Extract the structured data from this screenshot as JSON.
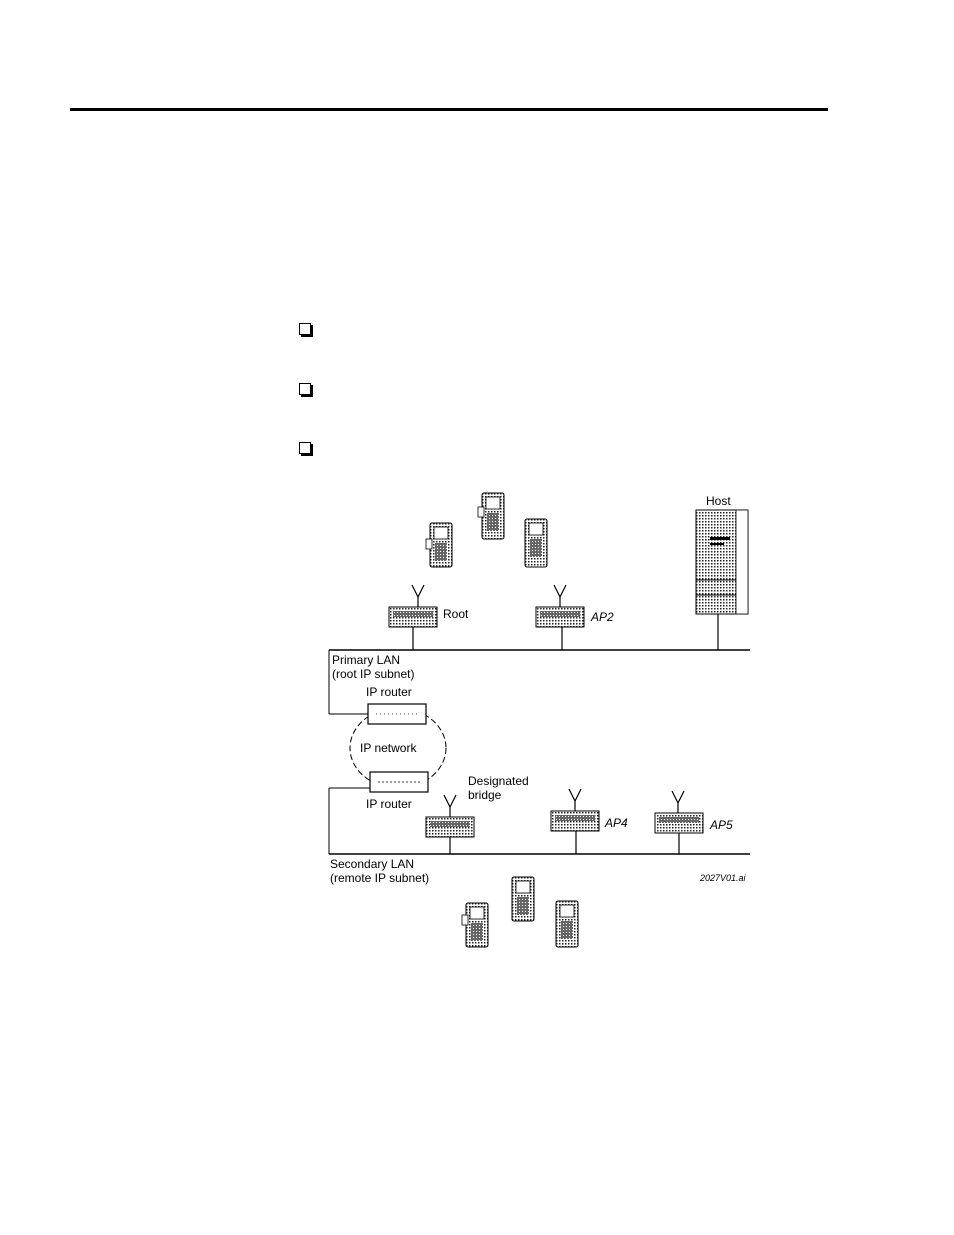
{
  "diagram": {
    "host_label": "Host",
    "root_label": "Root",
    "ap2_label": "AP2",
    "primary_lan": "Primary LAN",
    "primary_subnet": "(root IP subnet)",
    "ip_router_top": "IP router",
    "ip_network": "IP network",
    "ip_router_bottom": "IP router",
    "designated_line1": "Designated",
    "designated_line2": "bridge",
    "ap4_label": "AP4",
    "ap5_label": "AP5",
    "secondary_lan": "Secondary LAN",
    "secondary_subnet": "(remote IP subnet)",
    "figure_id": "2027V01.ai"
  }
}
